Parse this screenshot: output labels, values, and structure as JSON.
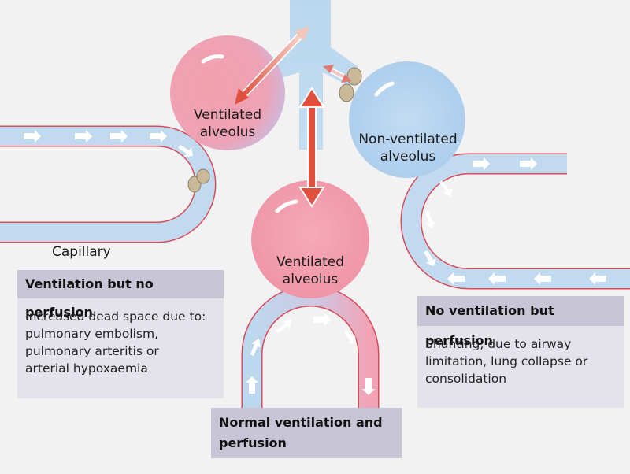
{
  "labels": {
    "alveolus_top_left": [
      "Ventilated",
      "alveolus"
    ],
    "alveolus_right": [
      "Non-ventilated",
      "alveolus"
    ],
    "alveolus_center": [
      "Ventilated",
      "alveolus"
    ],
    "capillary": "Capillary"
  },
  "boxes": {
    "left": {
      "title": "Ventilation but no perfusion",
      "lines": [
        "Increased dead space due to:",
        "pulmonary embolism,",
        "pulmonary arteritis or",
        "arterial hypoxaemia"
      ]
    },
    "right": {
      "title": "No ventilation but perfusion",
      "lines": [
        "Shunting, due to airway",
        "limitation, lung collapse or",
        "consolidation"
      ]
    },
    "center": {
      "lines": [
        "Normal ventilation and",
        "perfusion"
      ]
    }
  },
  "colors": {
    "background": "#f2f2f2",
    "oxygenated": "#f3a5b1",
    "deoxygenated": "#b9d7ee",
    "arrow_red": "#e04a3a",
    "box_header": "#c7c5d6",
    "box_body": "#e4e3ec",
    "clot": "#c9b99a"
  }
}
